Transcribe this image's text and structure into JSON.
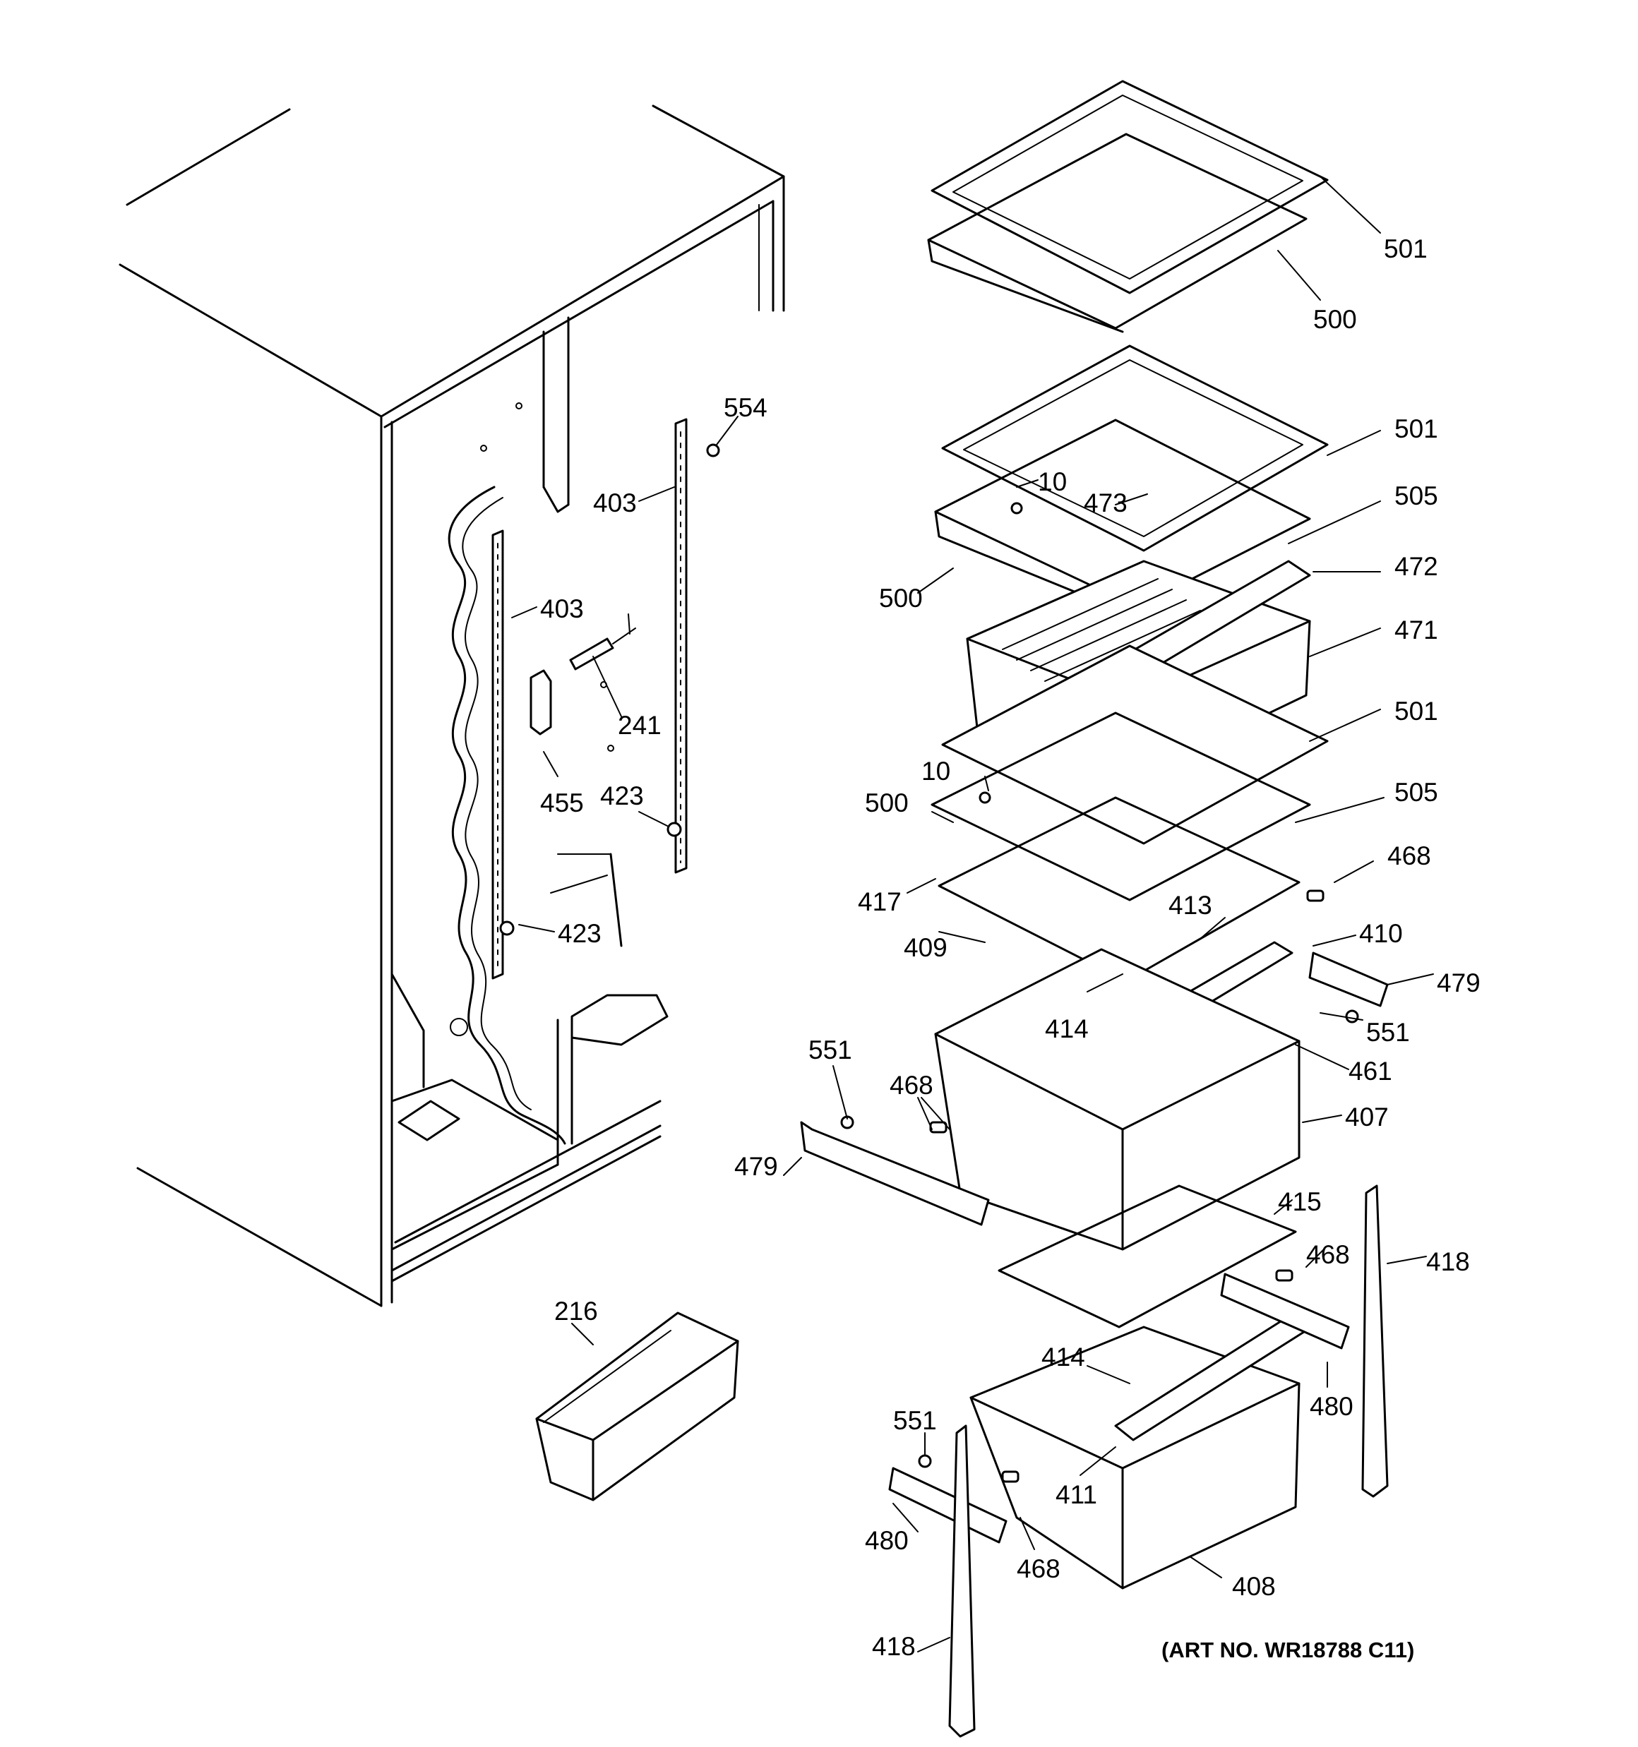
{
  "diagram": {
    "art_number": "(ART NO. WR18788 C11)",
    "callouts": [
      {
        "id": "c501a",
        "text": "501"
      },
      {
        "id": "c500a",
        "text": "500"
      },
      {
        "id": "c554",
        "text": "554"
      },
      {
        "id": "c501b",
        "text": "501"
      },
      {
        "id": "c403a",
        "text": "403"
      },
      {
        "id": "c10a",
        "text": "10"
      },
      {
        "id": "c473",
        "text": "473"
      },
      {
        "id": "c505a",
        "text": "505"
      },
      {
        "id": "c500b",
        "text": "500"
      },
      {
        "id": "c472",
        "text": "472"
      },
      {
        "id": "c403b",
        "text": "403"
      },
      {
        "id": "c471",
        "text": "471"
      },
      {
        "id": "c241",
        "text": "241"
      },
      {
        "id": "c501c",
        "text": "501"
      },
      {
        "id": "c10b",
        "text": "10"
      },
      {
        "id": "c423a",
        "text": "423"
      },
      {
        "id": "c455",
        "text": "455"
      },
      {
        "id": "c500c",
        "text": "500"
      },
      {
        "id": "c505b",
        "text": "505"
      },
      {
        "id": "c468a",
        "text": "468"
      },
      {
        "id": "c417",
        "text": "417"
      },
      {
        "id": "c413",
        "text": "413"
      },
      {
        "id": "c423b",
        "text": "423"
      },
      {
        "id": "c410",
        "text": "410"
      },
      {
        "id": "c409",
        "text": "409"
      },
      {
        "id": "c479a",
        "text": "479"
      },
      {
        "id": "c414a",
        "text": "414"
      },
      {
        "id": "c551a",
        "text": "551"
      },
      {
        "id": "c551b",
        "text": "551"
      },
      {
        "id": "c461",
        "text": "461"
      },
      {
        "id": "c468b",
        "text": "468"
      },
      {
        "id": "c407",
        "text": "407"
      },
      {
        "id": "c479b",
        "text": "479"
      },
      {
        "id": "c415",
        "text": "415"
      },
      {
        "id": "c216",
        "text": "216"
      },
      {
        "id": "c468c",
        "text": "468"
      },
      {
        "id": "c418a",
        "text": "418"
      },
      {
        "id": "c414b",
        "text": "414"
      },
      {
        "id": "c480a",
        "text": "480"
      },
      {
        "id": "c551c",
        "text": "551"
      },
      {
        "id": "c411",
        "text": "411"
      },
      {
        "id": "c480b",
        "text": "480"
      },
      {
        "id": "c468d",
        "text": "468"
      },
      {
        "id": "c408",
        "text": "408"
      },
      {
        "id": "c418b",
        "text": "418"
      }
    ]
  }
}
